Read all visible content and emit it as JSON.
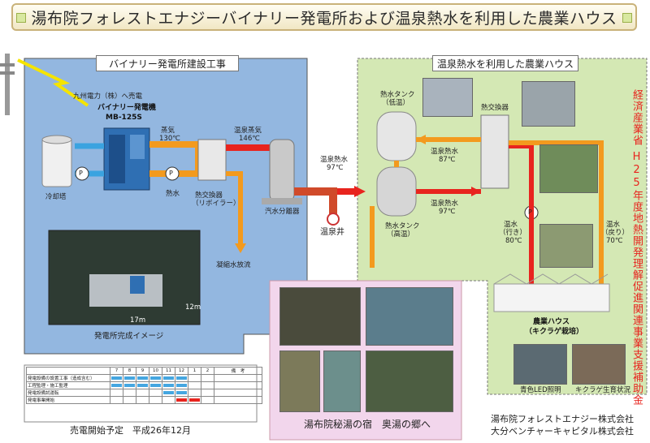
{
  "title": "湯布院フォレストエナジーバイナリー発電所および温泉熱水を利用した農業ハウス",
  "left_panel": {
    "heading": "バイナリー発電所建設工事",
    "power_line": "九州電力（株）へ売電",
    "generator": "バイナリー発電機",
    "generator_model": "MB-125S",
    "steam": "蒸気",
    "steam_temp": "130℃",
    "hot_steam": "温泉蒸気",
    "hot_steam_temp": "146℃",
    "cooling_tower": "冷却塔",
    "hot_water": "熱水",
    "heat_exchanger": "熱交換器",
    "heat_exchanger_sub": "（リボイラー）",
    "separator": "汽水分離器",
    "condensate": "凝縮水放流",
    "pump": "P",
    "rendering_caption": "発電所完成イメージ",
    "dim_12m": "12m",
    "dim_17m": "17m"
  },
  "middle": {
    "hot_spring_water": "温泉熱水",
    "hot_spring_water_temp": "97℃",
    "well": "温泉井"
  },
  "right_panel": {
    "heading": "温泉熱水を利用した農業ハウス",
    "tank_low": "熱水タンク",
    "tank_low_sub": "（低温）",
    "tank_high": "熱水タンク",
    "tank_high_sub": "（高温）",
    "heat_exchanger": "熱交換器",
    "hot_water_87": "温泉熱水",
    "temp_87": "87℃",
    "hot_water_97": "温泉熱水",
    "temp_97": "97℃",
    "warm_out": "温水",
    "warm_out_sub": "（行き）",
    "warm_out_temp": "80℃",
    "warm_back": "温水",
    "warm_back_sub": "（戻り）",
    "warm_back_temp": "70℃",
    "pump": "P",
    "greenhouse": "農業ハウス",
    "greenhouse_sub": "（キクラゲ栽培）",
    "led_caption": "青色LED照明",
    "growth_caption": "キクラゲ生育状況",
    "subsidy_line1": "経済産業省",
    "subsidy_line2": "H25年度地熱開発理解促進関連事業支援補助金"
  },
  "photos": {
    "caption": "湯布院秘湯の宿　奥湯の郷へ"
  },
  "schedule": {
    "months": [
      "7",
      "8",
      "9",
      "10",
      "11",
      "12",
      "1",
      "2"
    ],
    "remarks": "備　考",
    "rows": [
      {
        "label": "発電設備の設置工事（造成含む）",
        "start": 0,
        "end": 6,
        "color": "#45a6e0"
      },
      {
        "label": "工程監理・施工監理",
        "start": 0,
        "end": 6,
        "color": "#45a6e0"
      },
      {
        "label": "発電設備試運転",
        "start": 4,
        "end": 6,
        "color": "#45a6e0"
      },
      {
        "label": "発電事業開始",
        "start": 5,
        "end": 7,
        "color": "#e8241e"
      }
    ],
    "start_plan": "売電開始予定　平成26年12月"
  },
  "companies": {
    "line1": "湯布院フォレストエナジー株式会社",
    "line2": "大分ベンチャーキャピタル株式会社"
  },
  "colors": {
    "left_bg": "#93b7e0",
    "right_bg": "#d4e8b4",
    "red_pipe": "#e8241e",
    "orange_pipe": "#f39a1e",
    "blue_pipe": "#3aa3e0"
  }
}
